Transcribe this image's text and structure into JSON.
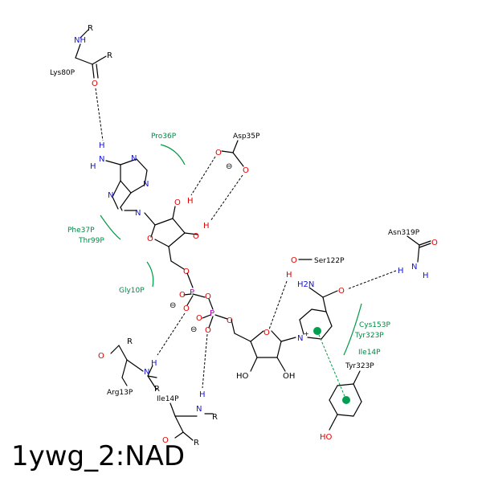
{
  "title": "1ywg_2:NAD",
  "residues": {
    "lys80": "Lys80P",
    "pro36": "Pro36P",
    "asp35": "Asp35P",
    "phe37": "Phe37P",
    "thr99": "Thr99P",
    "gly10": "Gly10P",
    "ser122": "Ser122P",
    "asn319": "Asn319P",
    "cys153": "Cys153P",
    "tyr323_contact": "Tyr323P",
    "ile14_contact": "Ile14P",
    "tyr323": "Tyr323P",
    "arg13": "Arg13P",
    "ile14": "Ile14P"
  },
  "atoms": {
    "r": "R",
    "nh": "NH",
    "n": "N",
    "h": "H",
    "o": "O",
    "p": "P",
    "oh": "OH",
    "ho": "HO",
    "h2n": "H2N",
    "o_h": "O",
    "minus": "⊖",
    "plus": "+"
  }
}
